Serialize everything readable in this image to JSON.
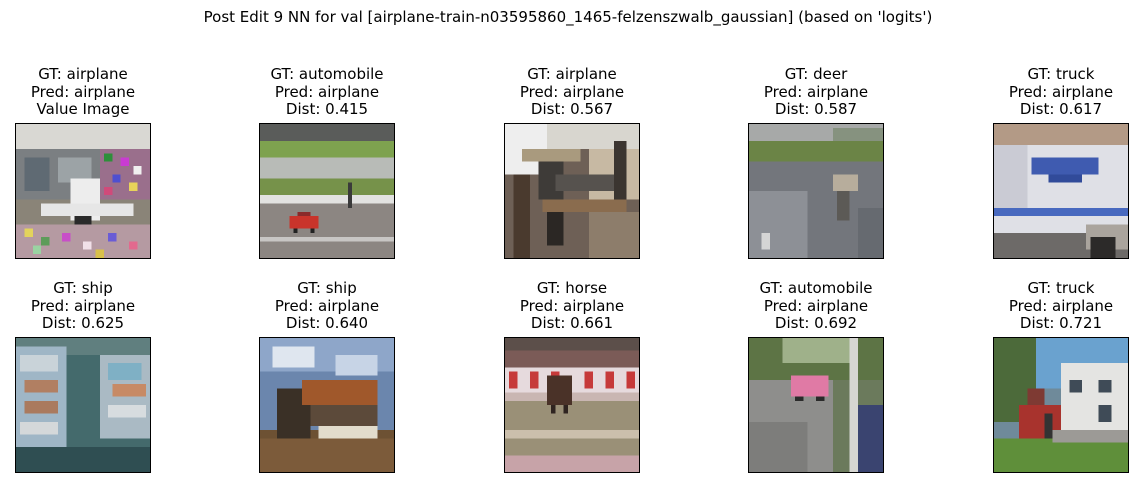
{
  "figure": {
    "title": "Post Edit 9 NN for val [airplane-train-n03595860_1465-felzenszwalb_gaussian] (based on 'logits')",
    "panels": [
      {
        "lines": [
          "GT: airplane",
          "Pred: airplane",
          "Value Image"
        ],
        "scene": "noisy-airplane"
      },
      {
        "lines": [
          "GT: automobile",
          "Pred: airplane",
          "Dist: 0.415"
        ],
        "scene": "road-red-car"
      },
      {
        "lines": [
          "GT: airplane",
          "Pred: airplane",
          "Dist: 0.567"
        ],
        "scene": "hangar-plane"
      },
      {
        "lines": [
          "GT: deer",
          "Pred: airplane",
          "Dist: 0.587"
        ],
        "scene": "wet-road"
      },
      {
        "lines": [
          "GT: truck",
          "Pred: airplane",
          "Dist: 0.617"
        ],
        "scene": "white-truck"
      },
      {
        "lines": [
          "GT: ship",
          "Pred: airplane",
          "Dist: 0.625"
        ],
        "scene": "boats"
      },
      {
        "lines": [
          "GT: ship",
          "Pred: airplane",
          "Dist: 0.640"
        ],
        "scene": "beached-ship"
      },
      {
        "lines": [
          "GT: horse",
          "Pred: airplane",
          "Dist: 0.661"
        ],
        "scene": "horse-race"
      },
      {
        "lines": [
          "GT: automobile",
          "Pred: airplane",
          "Dist: 0.692"
        ],
        "scene": "street-pink-car"
      },
      {
        "lines": [
          "GT: truck",
          "Pred: airplane",
          "Dist: 0.721"
        ],
        "scene": "house-fire-truck"
      }
    ]
  }
}
